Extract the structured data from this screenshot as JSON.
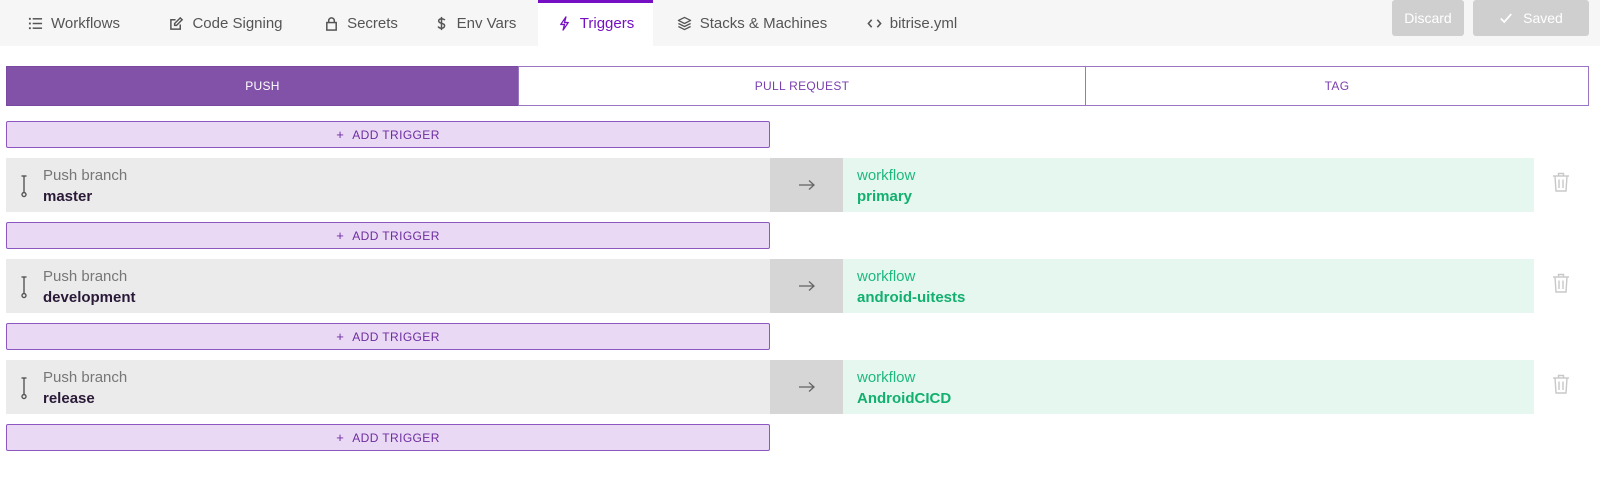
{
  "nav": {
    "tabs": [
      {
        "label": "Workflows",
        "icon": "list-icon"
      },
      {
        "label": "Code Signing",
        "icon": "edit-icon"
      },
      {
        "label": "Secrets",
        "icon": "lock-icon"
      },
      {
        "label": "Env Vars",
        "icon": "dollar-icon"
      },
      {
        "label": "Triggers",
        "icon": "bolt-icon",
        "active": true
      },
      {
        "label": "Stacks & Machines",
        "icon": "layers-icon"
      },
      {
        "label": "bitrise.yml",
        "icon": "code-icon"
      }
    ],
    "discard_label": "Discard",
    "saved_label": "Saved"
  },
  "segments": [
    {
      "label": "PUSH",
      "active": true
    },
    {
      "label": "PULL REQUEST"
    },
    {
      "label": "TAG"
    }
  ],
  "add_trigger_label": "ADD TRIGGER",
  "add_trigger_plus": "+",
  "triggers": [
    {
      "label": "Push branch",
      "branch": "master",
      "workflow_label": "workflow",
      "workflow": "primary"
    },
    {
      "label": "Push branch",
      "branch": "development",
      "workflow_label": "workflow",
      "workflow": "android-uitests"
    },
    {
      "label": "Push branch",
      "branch": "release",
      "workflow_label": "workflow",
      "workflow": "AndroidCICD"
    }
  ],
  "colors": {
    "accent": "#760fc3",
    "segment_active": "#8152a8",
    "workflow_green": "#12b06e",
    "add_trigger_bg": "#ead9f5"
  }
}
